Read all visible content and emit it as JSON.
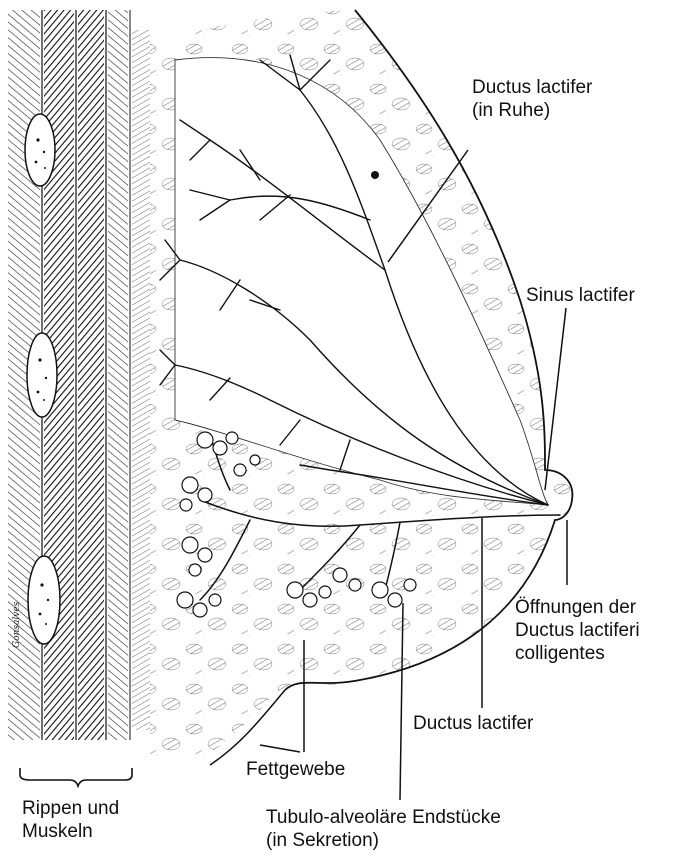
{
  "labels": {
    "ductus_ruhe": [
      "Ductus lactifer",
      "(in Ruhe)"
    ],
    "sinus": "Sinus lactifer",
    "oeffnungen": [
      "Öffnungen der",
      "Ductus lactiferi",
      "colligentes"
    ],
    "ductus": "Ductus lactifer",
    "fettgewebe": "Fettgewebe",
    "tubulo": [
      "Tubulo-alveoläre Endstücke",
      "(in Sekretion)"
    ],
    "rippen": [
      "Rippen und",
      "Muskeln"
    ]
  },
  "signature": "Gonsalves",
  "colors": {
    "ink": "#111111",
    "paper": "#ffffff"
  }
}
